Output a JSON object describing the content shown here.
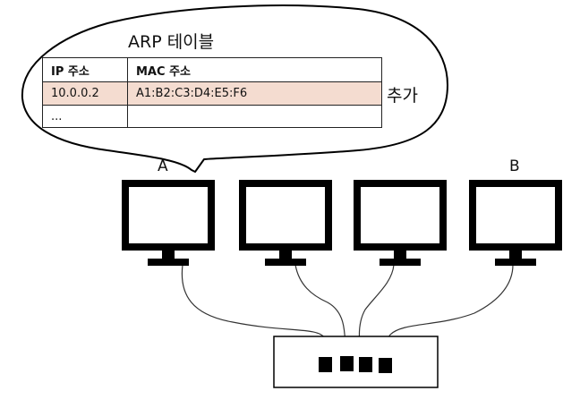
{
  "bubble": {
    "title": "ARP 테이블",
    "added_label": "추가"
  },
  "table": {
    "headers": [
      "IP 주소",
      "MAC 주소"
    ],
    "rows": [
      {
        "ip": "10.0.0.2",
        "mac": "A1:B2:C3:D4:E5:F6",
        "highlighted": true
      },
      {
        "ip": "...",
        "mac": "",
        "highlighted": false
      }
    ]
  },
  "nodes": {
    "a_label": "A",
    "b_label": "B"
  },
  "colors": {
    "highlight_row": "#f4dcd0",
    "stroke": "#000000"
  }
}
